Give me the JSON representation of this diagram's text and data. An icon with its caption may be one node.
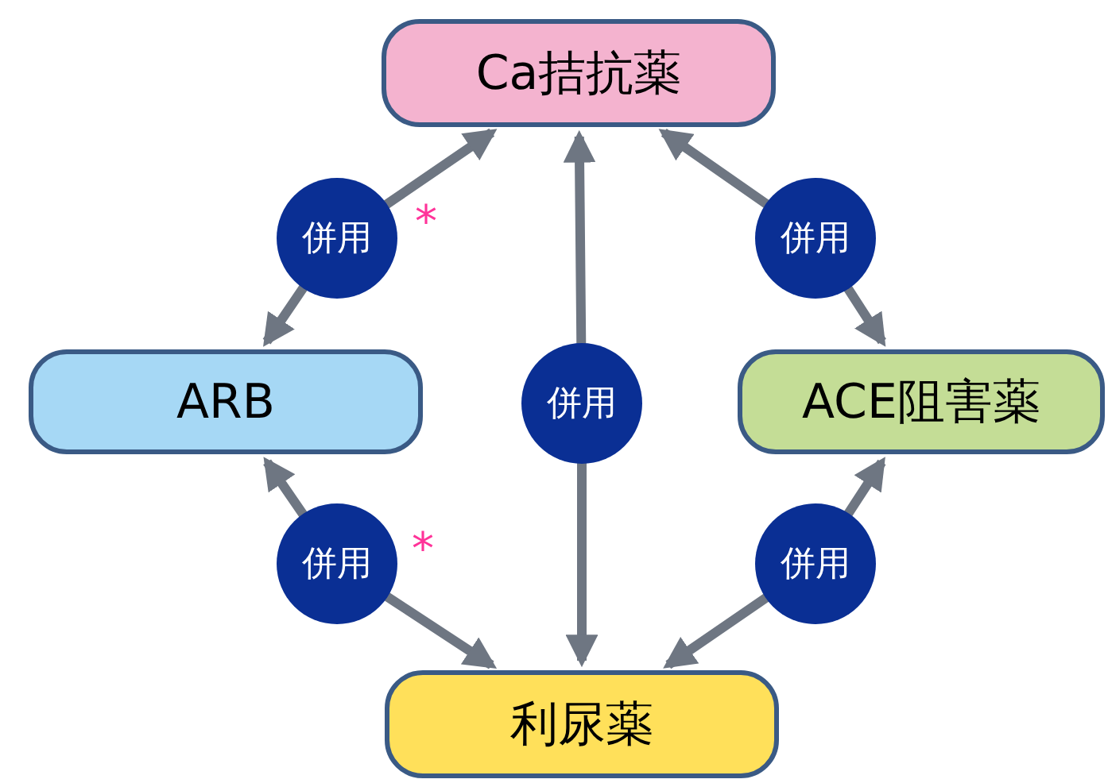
{
  "diagram": {
    "nodes": [
      {
        "text": [
          "Ca拮抗薬"
        ]
      },
      {
        "text": [
          "ARB"
        ]
      },
      {
        "text": [
          "ACE阻害薬"
        ]
      },
      {
        "text": [
          "利尿薬"
        ]
      }
    ],
    "edges": [
      {
        "from": 0,
        "to": 1,
        "arrow": "both",
        "label": "併用"
      },
      {
        "from": 0,
        "to": 3,
        "arrow": "both",
        "label": "併用"
      },
      {
        "from": 0,
        "to": 2,
        "arrow": "both",
        "label": "併用"
      },
      {
        "from": 1,
        "to": 3,
        "arrow": "both",
        "label": "併用"
      },
      {
        "from": 2,
        "to": 3,
        "arrow": "both",
        "label": "併用"
      }
    ],
    "labels": [
      "*",
      "*"
    ]
  }
}
